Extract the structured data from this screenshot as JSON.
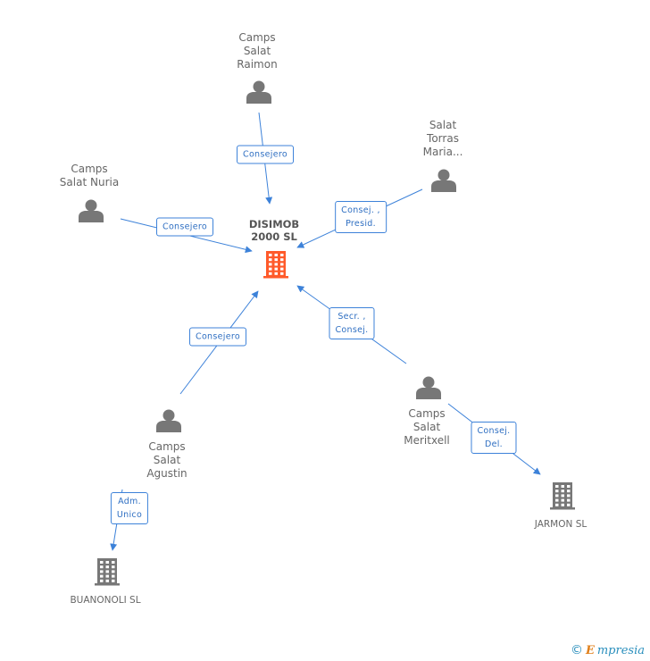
{
  "center_company": {
    "name": "DISIMOB\n2000 SL",
    "color": "#ff5a2a"
  },
  "people": [
    {
      "id": "raimon",
      "name": "Camps\nSalat\nRaimon",
      "icon": "person-icon"
    },
    {
      "id": "nuria",
      "name": "Camps\nSalat Nuria",
      "icon": "person-icon"
    },
    {
      "id": "maria",
      "name": "Salat\nTorras\nMaria...",
      "icon": "person-icon"
    },
    {
      "id": "agustin",
      "name": "Camps\nSalat\nAgustin",
      "icon": "person-icon"
    },
    {
      "id": "meritxell",
      "name": "Camps\nSalat\nMeritxell",
      "icon": "person-icon"
    }
  ],
  "companies": [
    {
      "id": "buanonoli",
      "name": "BUANONOLI SL",
      "icon": "building-icon"
    },
    {
      "id": "jarmon",
      "name": "JARMON SL",
      "icon": "building-icon"
    }
  ],
  "relations": [
    {
      "from": "raimon",
      "to": "center",
      "label": "Consejero"
    },
    {
      "from": "nuria",
      "to": "center",
      "label": "Consejero"
    },
    {
      "from": "maria",
      "to": "center",
      "label": "Consej. ,\nPresid."
    },
    {
      "from": "agustin",
      "to": "center",
      "label": "Consejero"
    },
    {
      "from": "meritxell",
      "to": "center",
      "label": "Secr. ,\nConsej."
    },
    {
      "from": "agustin",
      "to": "buanonoli",
      "label": "Adm.\nUnico"
    },
    {
      "from": "meritxell",
      "to": "jarmon",
      "label": "Consej.\nDel."
    }
  ],
  "colors": {
    "edge": "#3d82d9",
    "person": "#777777",
    "company": "#777777"
  },
  "footer": {
    "copyright": "©",
    "brand_initial": "E",
    "brand_rest": "mpresia"
  }
}
